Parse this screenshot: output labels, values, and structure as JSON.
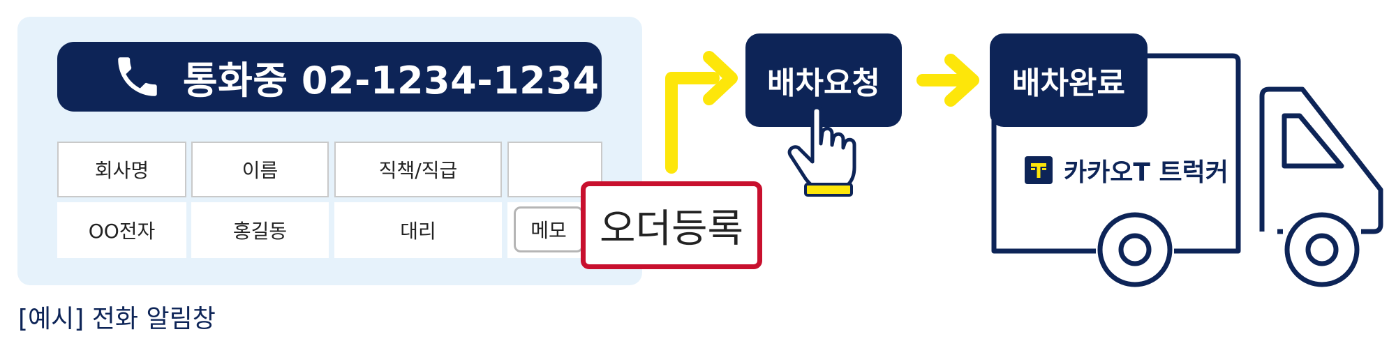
{
  "call": {
    "status_text": "통화중 02-1234-1234",
    "headers": [
      "회사명",
      "이름",
      "직책/직급",
      ""
    ],
    "values": [
      "OO전자",
      "홍길동",
      "대리"
    ],
    "memo_label": "메모",
    "order_button_label": "오더등록"
  },
  "caption": "[예시] 전화 알림창",
  "flow": {
    "dispatch_request": "배차요청",
    "dispatch_complete": "배차완료"
  },
  "brand": {
    "name": "카카오T 트럭커"
  },
  "colors": {
    "navy": "#0d2457",
    "card_bg": "#e6f2fb",
    "arrow_yellow": "#fde60a",
    "order_red": "#c8102e"
  },
  "icons": [
    "phone-icon",
    "arrow-right-icon",
    "pointing-hand-icon",
    "truck-icon",
    "kakao-t-logo-icon"
  ]
}
